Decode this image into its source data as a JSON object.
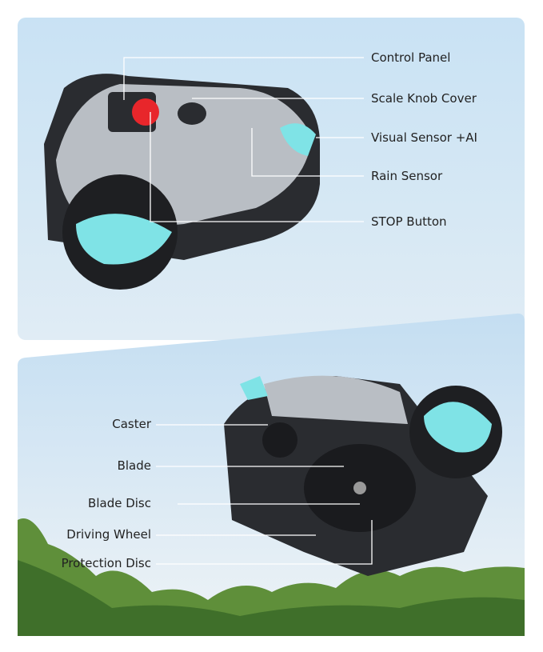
{
  "top_panel": {
    "labels": {
      "control_panel": "Control Panel",
      "scale_knob_cover": "Scale Knob Cover",
      "visual_sensor": "Visual Sensor +AI",
      "rain_sensor": "Rain Sensor",
      "stop_button": "STOP Button"
    }
  },
  "bottom_panel": {
    "labels": {
      "caster": "Caster",
      "blade": "Blade",
      "blade_disc": "Blade Disc",
      "driving_wheel": "Driving Wheel",
      "protection_disc": "Protection Disc"
    }
  },
  "colors": {
    "accent": "#7fe3e6",
    "stop_red": "#e8262b",
    "body_silver": "#b9bec4",
    "dark": "#2a2c30"
  }
}
